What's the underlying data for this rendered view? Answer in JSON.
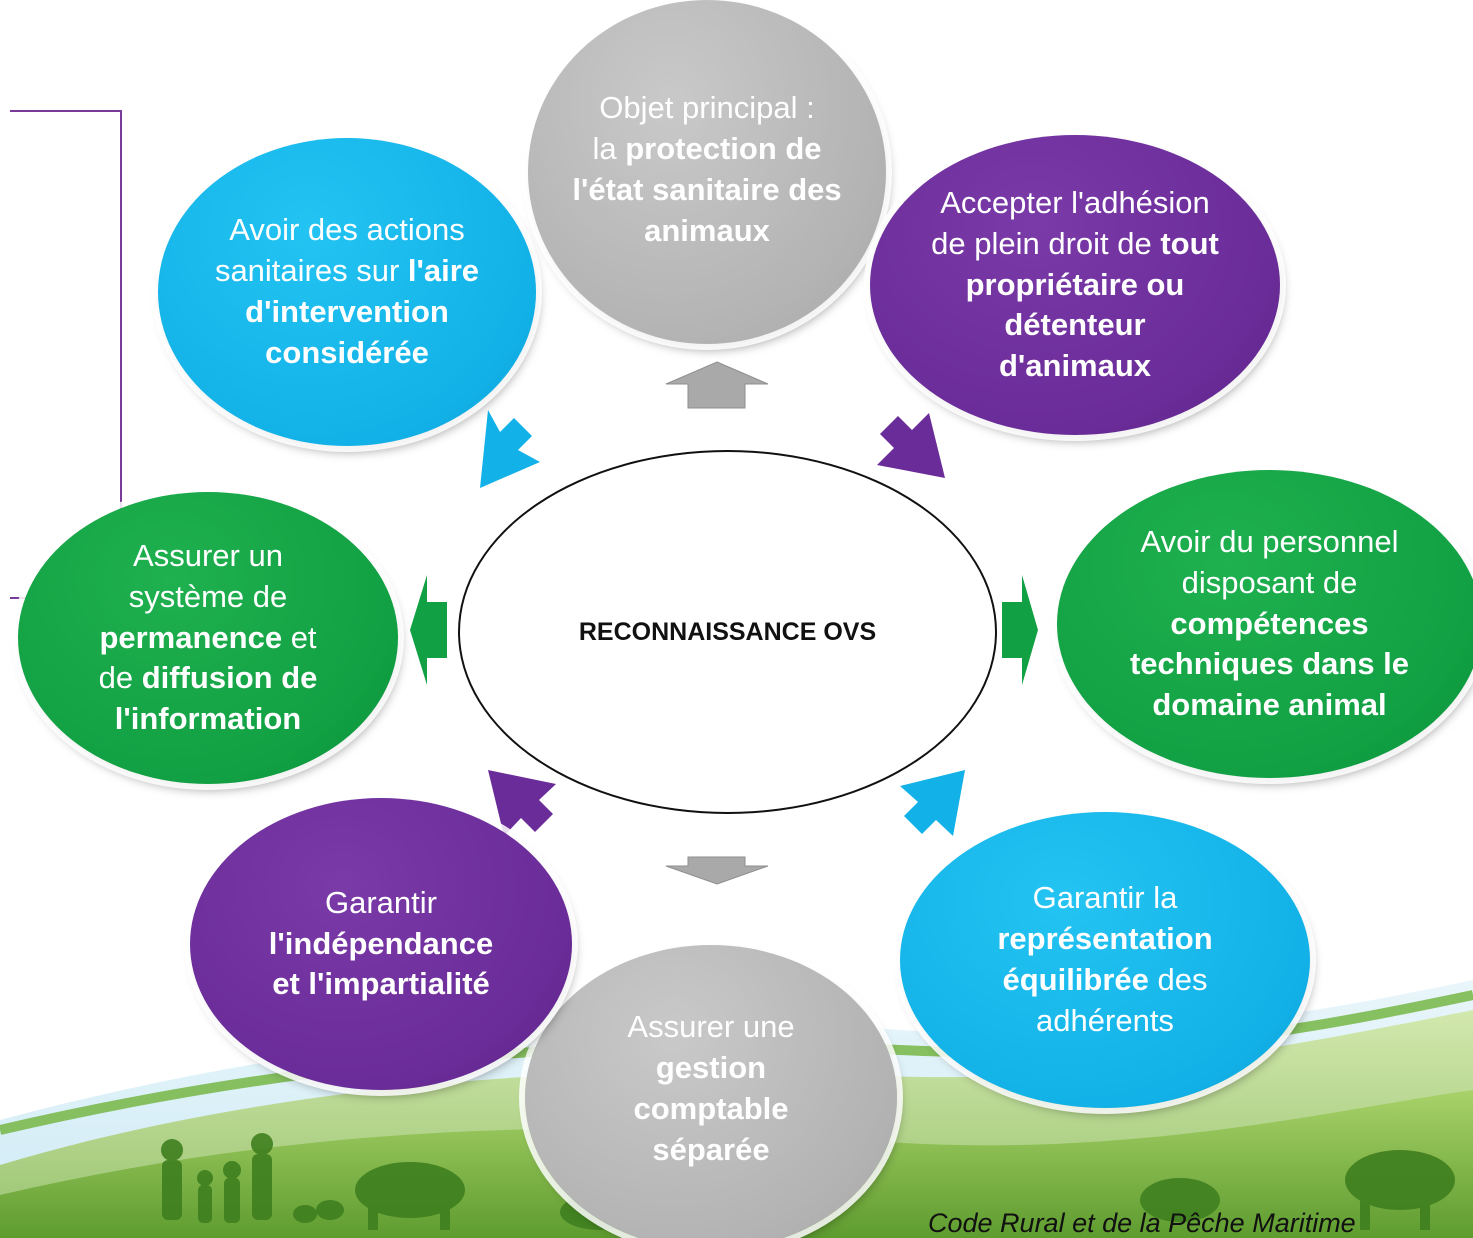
{
  "center": "RECONNAISSANCE OVS",
  "nodes": {
    "top": [
      {
        "t": "Objet principal :",
        "b": false
      },
      {
        "t": " la ",
        "b": false,
        "br_before": true
      },
      {
        "t": "protection de l'état sanitaire des animaux",
        "b": true
      }
    ],
    "upper_right": [
      {
        "t": "Accepter l'adhésion de plein droit de ",
        "b": false
      },
      {
        "t": "tout propriétaire ou détenteur d'animaux",
        "b": true
      }
    ],
    "right": [
      {
        "t": "Avoir du personnel disposant de ",
        "b": false
      },
      {
        "t": "compétences techniques dans le domaine animal",
        "b": true
      }
    ],
    "lower_right": [
      {
        "t": "Garantir la ",
        "b": false
      },
      {
        "t": "représentation équilibrée",
        "b": true
      },
      {
        "t": " des adhérents",
        "b": false
      }
    ],
    "bottom": [
      {
        "t": "Assurer une ",
        "b": false
      },
      {
        "t": "gestion comptable séparée",
        "b": true
      }
    ],
    "lower_left": [
      {
        "t": "Garantir ",
        "b": false
      },
      {
        "t": "l'indépendance et l'impartialité",
        "b": true
      }
    ],
    "left": [
      {
        "t": "Assurer un système de ",
        "b": false
      },
      {
        "t": "permanence",
        "b": true
      },
      {
        "t": " et de ",
        "b": false
      },
      {
        "t": "diffusion de l'information",
        "b": true
      }
    ],
    "upper_left": [
      {
        "t": "Avoir des actions sanitaires sur ",
        "b": false
      },
      {
        "t": "l'aire d'intervention considérée",
        "b": true
      }
    ]
  },
  "citation": "Code Rural et de la Pêche Maritime",
  "colors": {
    "grey": "#b3b3b3",
    "purple": "#6a2c98",
    "blue": "#12b2e8",
    "green": "#11a043",
    "frame": "#7a3a97"
  }
}
